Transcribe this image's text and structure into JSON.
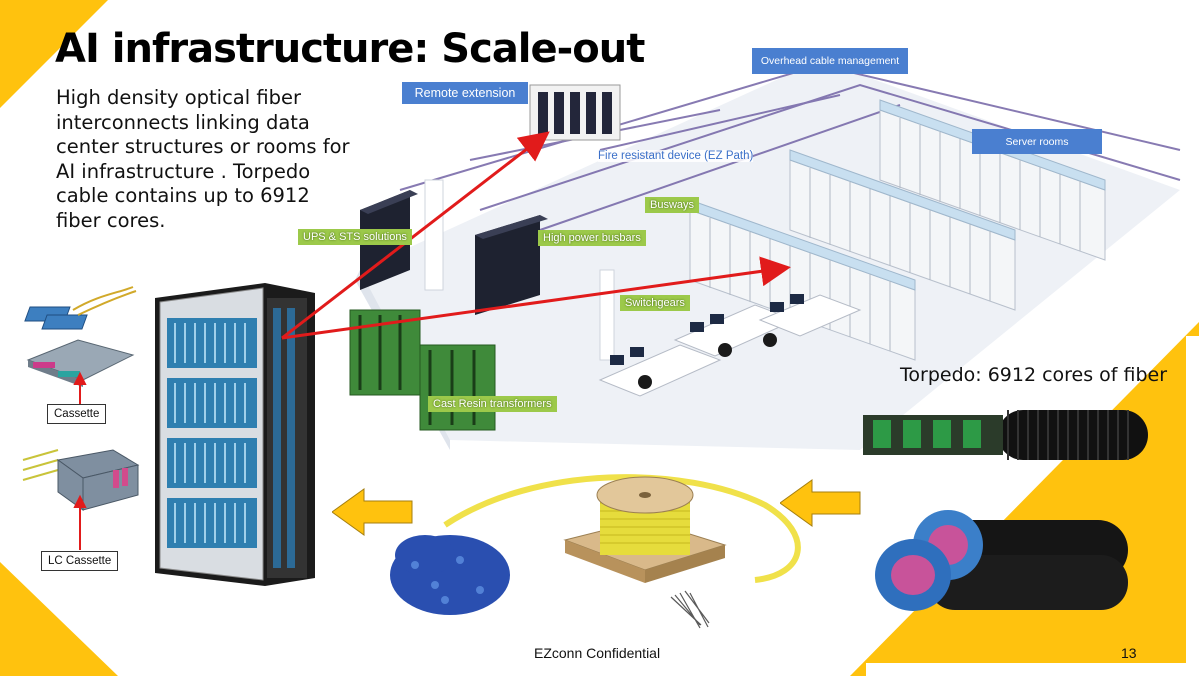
{
  "slide": {
    "title": "AI infrastructure: Scale-out",
    "description": "High density optical fiber interconnects linking data center structures or rooms for AI infrastructure . Torpedo cable contains up to 6912 fiber cores.",
    "footer": "EZconn Confidential",
    "page_number": "13",
    "accent_color": "#ffc20e"
  },
  "diagram": {
    "labels": {
      "remote_extension": "Remote extension",
      "overhead_cable": "Overhead cable management",
      "server_rooms": "Server rooms",
      "fire_resistant": "Fire resistant device (EZ Path)",
      "busways": "Busways",
      "ups_sts": "UPS & STS solutions",
      "high_power_busbars": "High power busbars",
      "switchgears": "Switchgears",
      "cast_resin": "Cast Resin transformers"
    }
  },
  "products": {
    "cassette": "Cassette",
    "lc_cassette": "LC Cassette",
    "torpedo_title": "Torpedo: 6912 cores of fiber"
  }
}
